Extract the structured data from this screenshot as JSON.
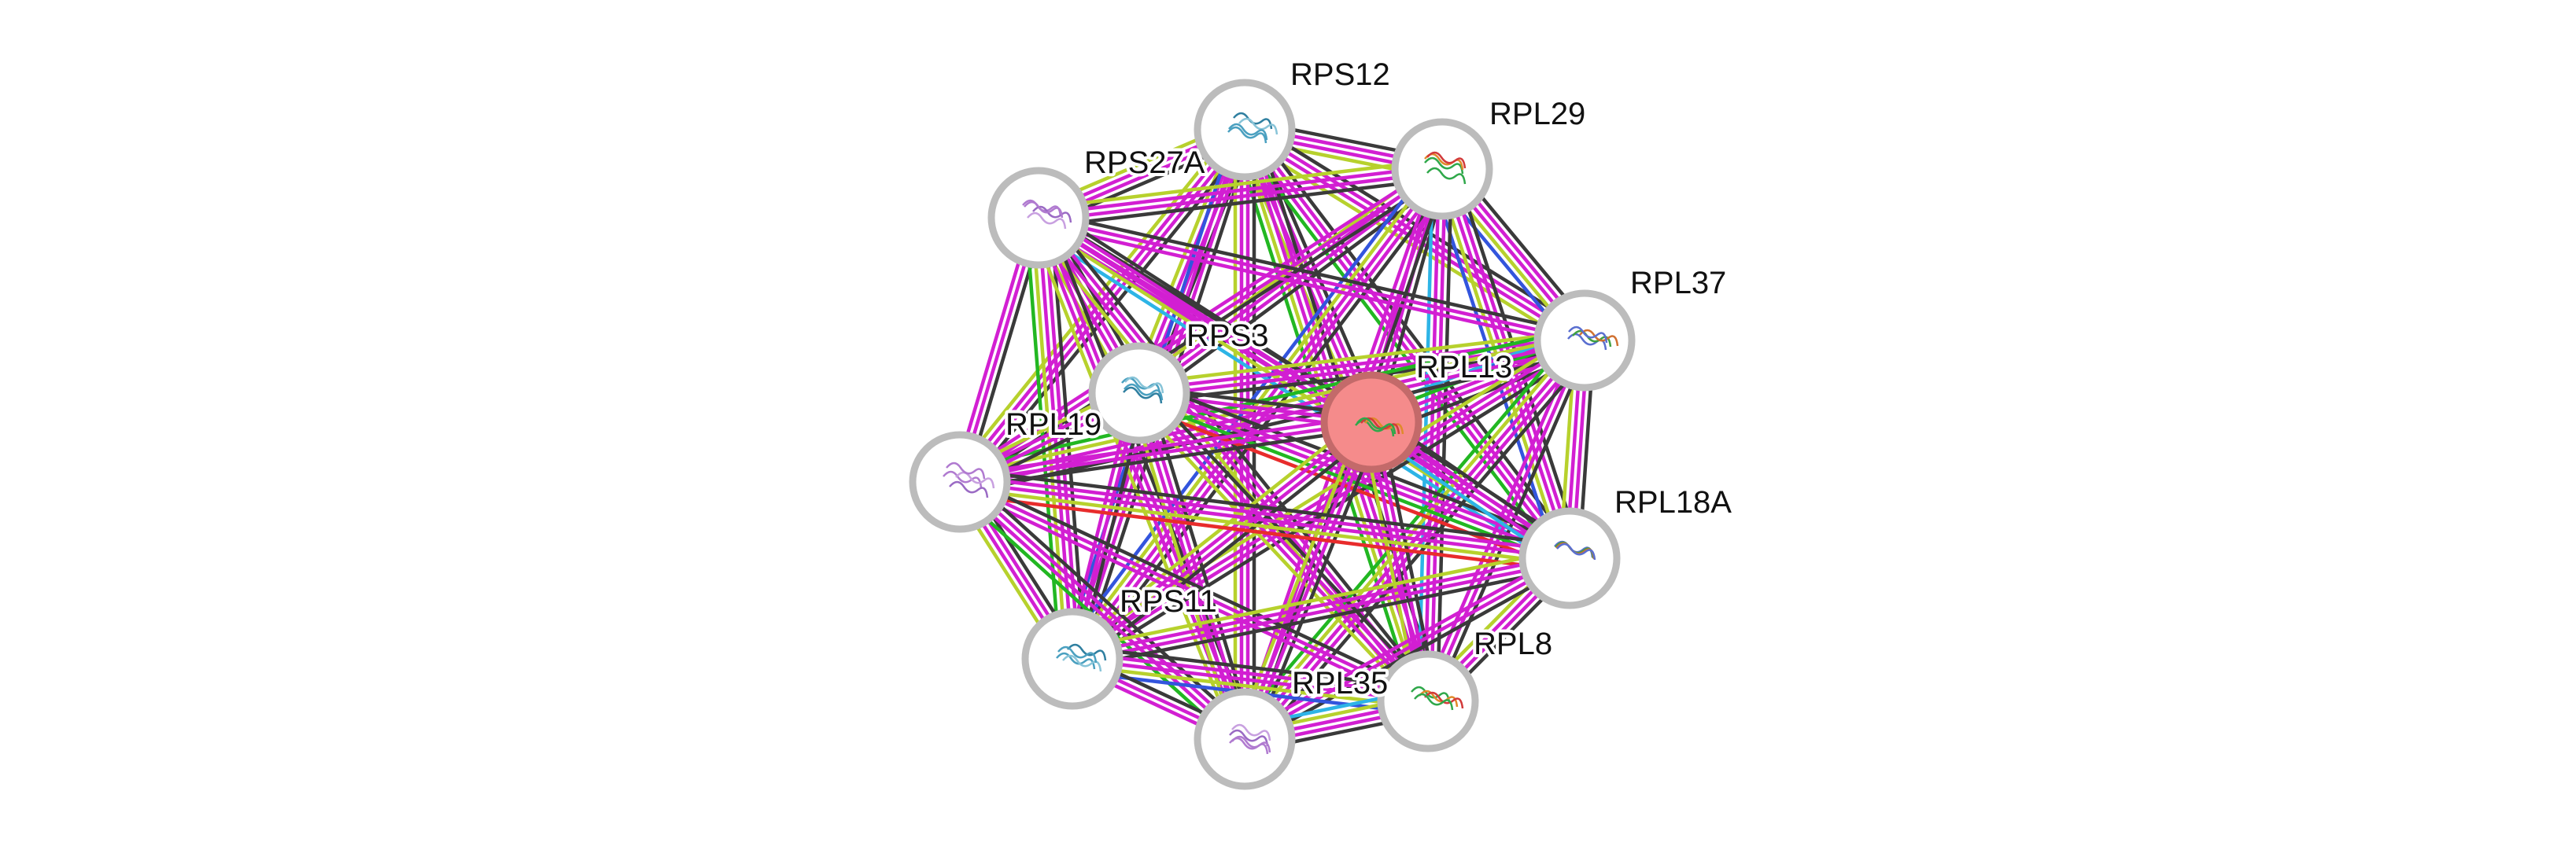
{
  "network": {
    "query_node": "RPL13",
    "nodes": [
      {
        "id": "RPS12",
        "label": "RPS12",
        "query": false
      },
      {
        "id": "RPL29",
        "label": "RPL29",
        "query": false
      },
      {
        "id": "RPS27A",
        "label": "RPS27A",
        "query": false
      },
      {
        "id": "RPL37",
        "label": "RPL37",
        "query": false
      },
      {
        "id": "RPS3",
        "label": "RPS3",
        "query": false
      },
      {
        "id": "RPL13",
        "label": "RPL13",
        "query": true
      },
      {
        "id": "RPL19",
        "label": "RPL19",
        "query": false
      },
      {
        "id": "RPL18A",
        "label": "RPL18A",
        "query": false
      },
      {
        "id": "RPS11",
        "label": "RPS11",
        "query": false
      },
      {
        "id": "RPL8",
        "label": "RPL8",
        "query": false
      },
      {
        "id": "RPL35",
        "label": "RPL35",
        "query": false
      }
    ],
    "edge_colors": {
      "black": "#3a3a3a",
      "magenta": "#d21fd2",
      "yellowgreen": "#b7d12d",
      "green": "#22b722",
      "cyan": "#2db4e6",
      "blue": "#3355dd",
      "red": "#e82c2c"
    },
    "query_node_color": "#f58b8b"
  }
}
